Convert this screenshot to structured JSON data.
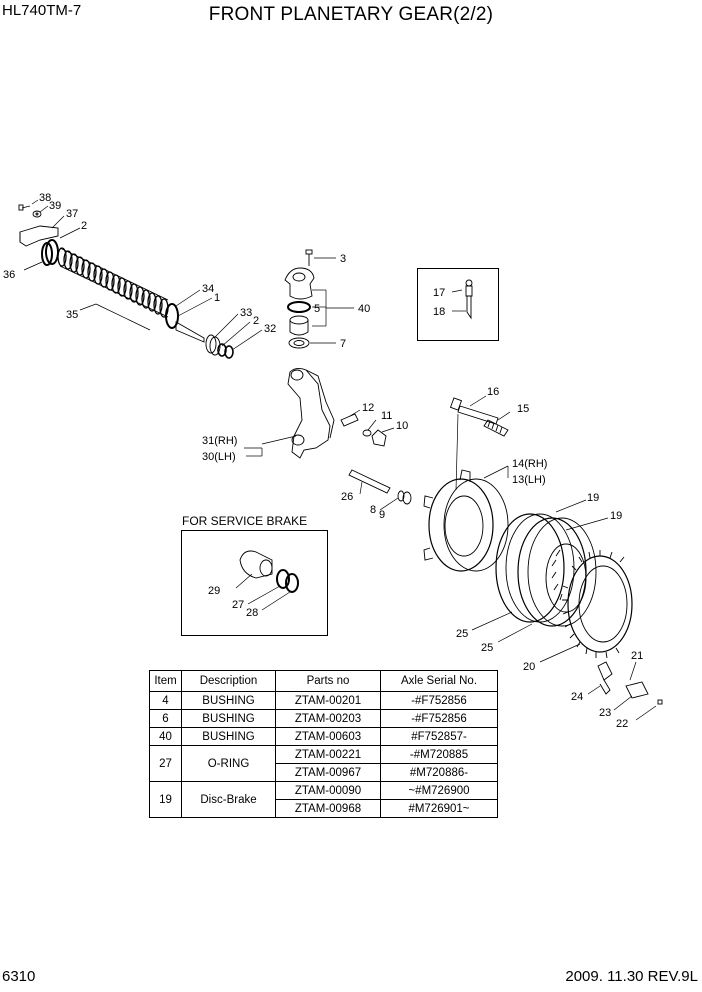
{
  "header": {
    "model": "HL740TM-7",
    "title": "FRONT PLANETARY GEAR(2/2)"
  },
  "footer": {
    "page": "6310",
    "date_rev": "2009. 11.30  REV.9L"
  },
  "service_brake_label": "FOR SERVICE BRAKE",
  "callouts": {
    "c38": "38",
    "c39": "39",
    "c37": "37",
    "c2a": "2",
    "c36": "36",
    "c35": "35",
    "c34": "34",
    "c1": "1",
    "c33": "33",
    "c2b": "2",
    "c32": "32",
    "c3": "3",
    "c5": "5",
    "c40": "40",
    "c7": "7",
    "c17": "17",
    "c18": "18",
    "c12": "12",
    "c11": "11",
    "c10": "10",
    "c31": "31(RH)",
    "c30": "30(LH)",
    "c16": "16",
    "c15": "15",
    "c14": "14(RH)",
    "c13": "13(LH)",
    "c26": "26",
    "c8": "8",
    "c9": "9",
    "c19a": "19",
    "c19b": "19",
    "c29": "29",
    "c27": "27",
    "c28": "28",
    "c25a": "25",
    "c25b": "25",
    "c20": "20",
    "c21": "21",
    "c24": "24",
    "c23": "23",
    "c22": "22"
  },
  "table": {
    "headers": [
      "Item",
      "Description",
      "Parts no",
      "Axle Serial No."
    ],
    "rows": [
      {
        "item": "4",
        "desc": "BUSHING",
        "part": "ZTAM-00201",
        "serial": "-#F752856"
      },
      {
        "item": "6",
        "desc": "BUSHING",
        "part": "ZTAM-00203",
        "serial": "-#F752856"
      },
      {
        "item": "40",
        "desc": "BUSHING",
        "part": "ZTAM-00603",
        "serial": "#F752857-"
      },
      {
        "item": "27",
        "desc": "O-RING",
        "part": "ZTAM-00221",
        "serial": "-#M720885",
        "part2": "ZTAM-00967",
        "serial2": "#M720886-"
      },
      {
        "item": "19",
        "desc": "Disc-Brake",
        "part": "ZTAM-00090",
        "serial": "~#M726900",
        "part2": "ZTAM-00968",
        "serial2": "#M726901~"
      }
    ]
  }
}
